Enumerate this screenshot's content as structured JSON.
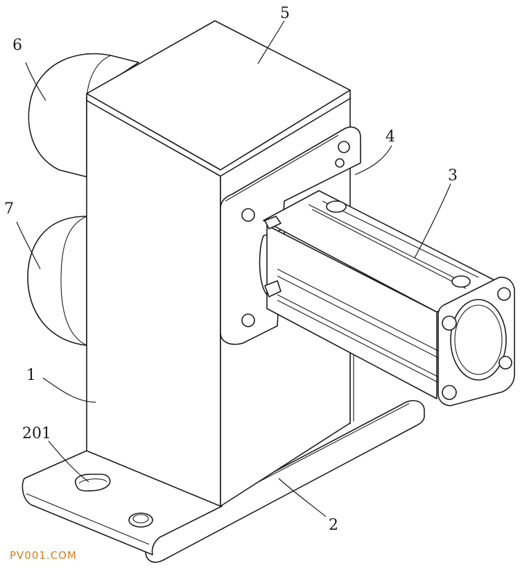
{
  "labels": {
    "l1": "1",
    "l2": "2",
    "l3": "3",
    "l4": "4",
    "l5": "5",
    "l6": "6",
    "l7": "7",
    "l201": "201"
  },
  "watermark": {
    "text": "PV001.COM",
    "color": "#e07a1a"
  }
}
